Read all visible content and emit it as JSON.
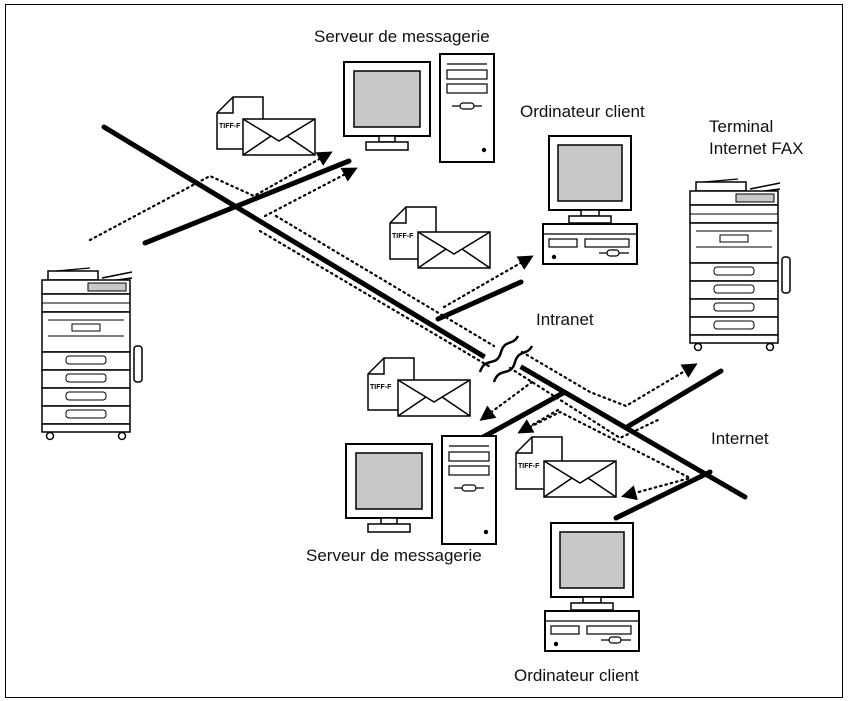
{
  "labels": {
    "mail_server_top": "Serveur de messagerie",
    "client_pc_top": "Ordinateur client",
    "ifax_terminal_line1": "Terminal",
    "ifax_terminal_line2": "Internet FAX",
    "intranet": "Intranet",
    "internet": "Internet",
    "mail_server_bottom": "Serveur de messagerie",
    "client_pc_bottom": "Ordinateur client"
  },
  "attachment_tag": "TIFF-F",
  "colors": {
    "line": "#000000",
    "screen": "#c8c8c8",
    "background": "#ffffff"
  }
}
